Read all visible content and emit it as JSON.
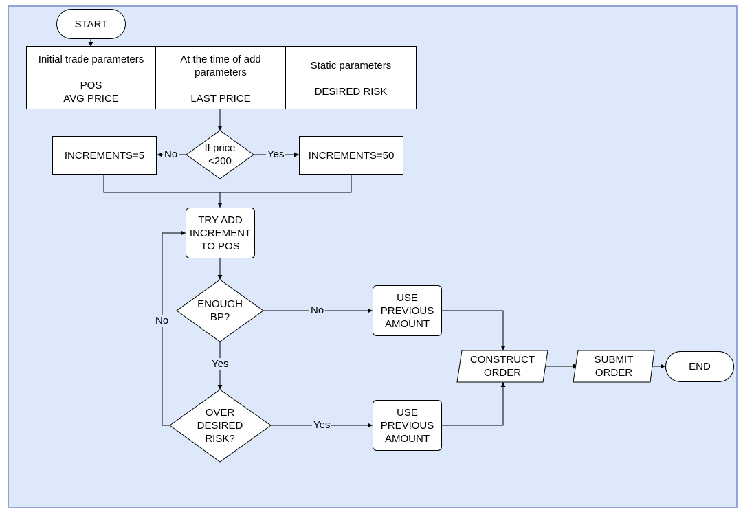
{
  "colors": {
    "background": "#dde8fb",
    "frame_border": "#6f8ac8",
    "node_fill": "#ffffff",
    "stroke": "#000000"
  },
  "nodes": {
    "start": "START",
    "params_initial": {
      "title": "Initial trade parameters",
      "line1": "POS",
      "line2": "AVG PRICE"
    },
    "params_add": {
      "title_line1": "At the time of add",
      "title_line2": "parameters",
      "line1": "LAST PRICE"
    },
    "params_static": {
      "title": "Static parameters",
      "line1": "DESIRED RISK"
    },
    "decision_price": {
      "line1": "If price",
      "line2": "<200"
    },
    "increments_small": "INCREMENTS=5",
    "increments_large": "INCREMENTS=50",
    "try_add": {
      "line1": "TRY ADD",
      "line2": "INCREMENT",
      "line3": "TO POS"
    },
    "decision_bp": {
      "line1": "ENOUGH",
      "line2": "BP?"
    },
    "decision_risk": {
      "line1": "OVER",
      "line2": "DESIRED",
      "line3": "RISK?"
    },
    "use_previous_1": {
      "line1": "USE",
      "line2": "PREVIOUS",
      "line3": "AMOUNT"
    },
    "use_previous_2": {
      "line1": "USE",
      "line2": "PREVIOUS",
      "line3": "AMOUNT"
    },
    "construct_order": {
      "line1": "CONSTRUCT",
      "line2": "ORDER"
    },
    "submit_order": {
      "line1": "SUBMIT",
      "line2": "ORDER"
    },
    "end": "END"
  },
  "edges": {
    "price_no": "No",
    "price_yes": "Yes",
    "bp_no": "No",
    "bp_yes": "Yes",
    "risk_no": "No",
    "risk_yes": "Yes"
  }
}
